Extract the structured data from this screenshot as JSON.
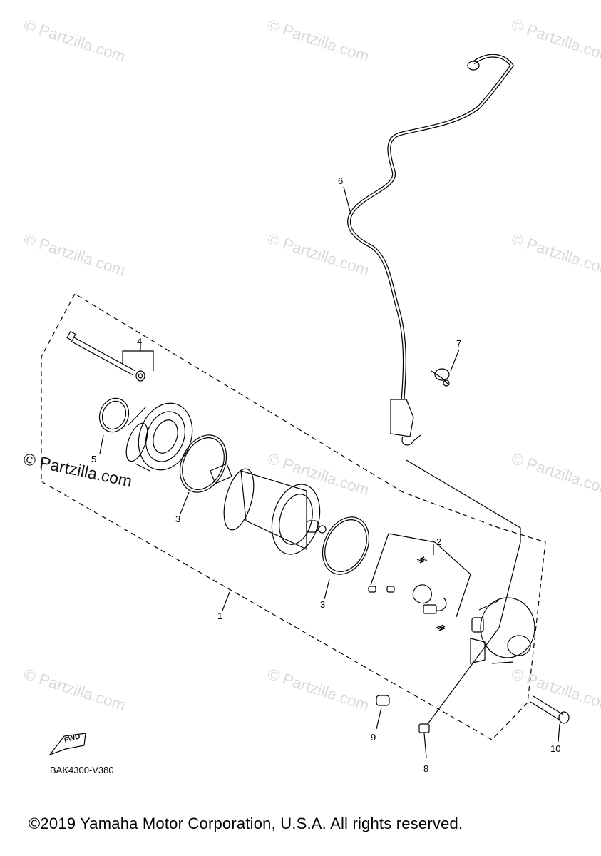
{
  "watermark": {
    "text": "© Partzilla.com"
  },
  "callouts": {
    "c1": "1",
    "c2": "2",
    "c3a": "3",
    "c3b": "3",
    "c4": "4",
    "c5": "5",
    "c6": "6",
    "c7": "7",
    "c8": "8",
    "c9": "9",
    "c10": "10"
  },
  "fwd_label": "FWD",
  "diagram_code": "BAK4300-V380",
  "copyright": "©2019 Yamaha Motor Corporation, U.S.A. All rights reserved.",
  "colors": {
    "line": "#000000",
    "watermark": "#d9d9d9"
  }
}
